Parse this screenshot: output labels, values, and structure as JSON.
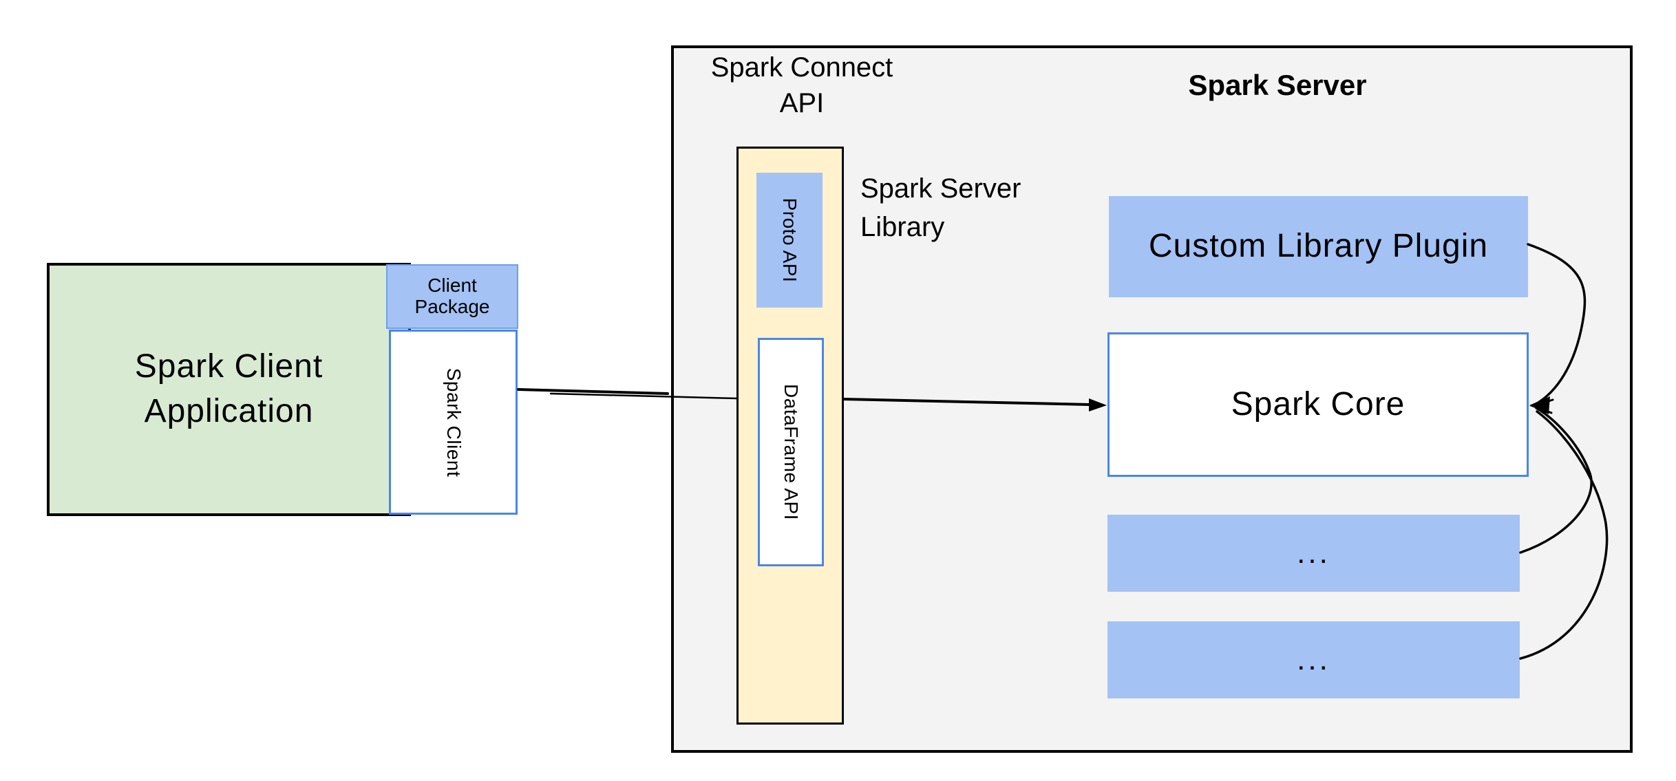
{
  "palette": {
    "green_fill": "#d9ead3",
    "blue_fill": "#a4c2f4",
    "yellow_fill": "#fff2cc",
    "gray_fill": "#f3f3f3",
    "blue_border": "#4a86e8",
    "line_color": "#000000"
  },
  "client_app": {
    "label": "Spark Client Application"
  },
  "client_package": {
    "label": "Client Package"
  },
  "spark_client": {
    "label": "Spark Client"
  },
  "server": {
    "connect_api_label": "Spark Connect API",
    "title": "Spark Server",
    "library_caption": "Spark Server Library"
  },
  "library_box": {
    "proto_label": "Proto API",
    "dataframe_label": "DataFrame API"
  },
  "plugin": {
    "label": "Custom Library Plugin"
  },
  "core": {
    "label": "Spark Core"
  },
  "extension_1": {
    "label": "..."
  },
  "extension_2": {
    "label": "..."
  }
}
